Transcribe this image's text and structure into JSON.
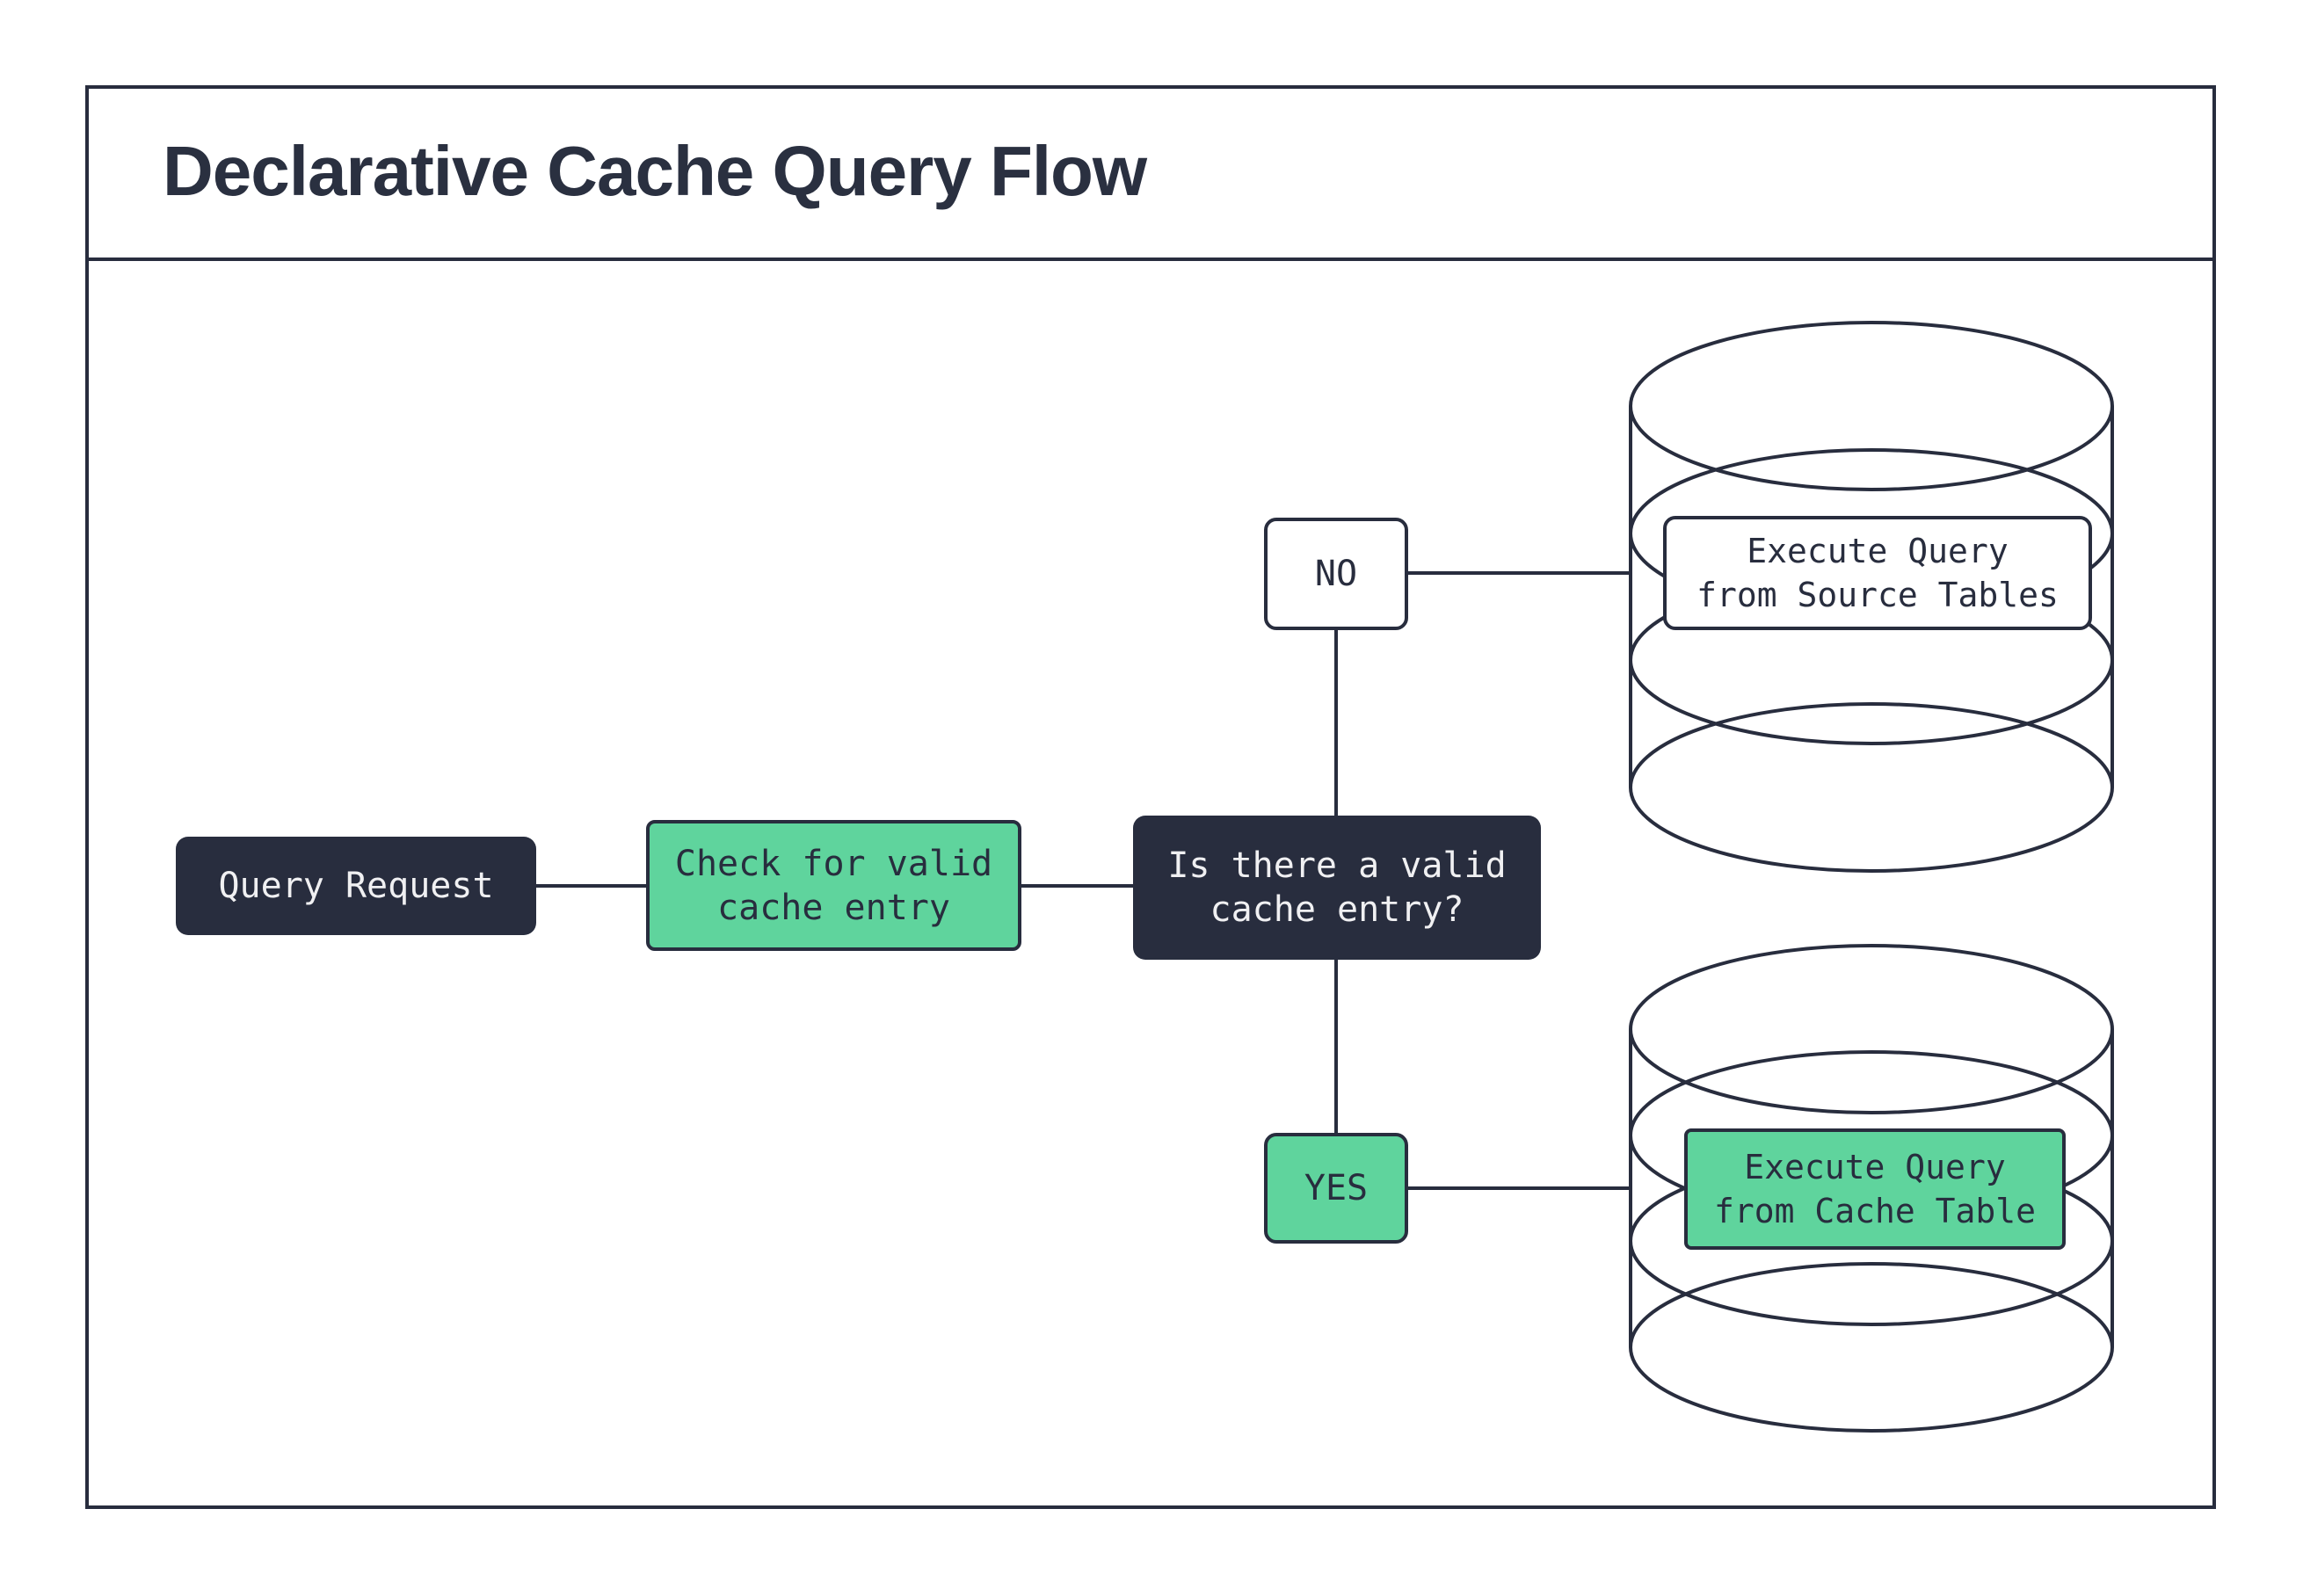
{
  "header": {
    "title": "Declarative Cache Query Flow"
  },
  "colors": {
    "navy": "#282D3E",
    "green": "#5FD49D",
    "background": "#FFFFFF",
    "light_text": "#F0F0F2"
  },
  "nodes": {
    "query_request": {
      "label": "Query Request"
    },
    "check_cache": {
      "line1": "Check for valid",
      "line2": "cache entry"
    },
    "decision": {
      "line1": "Is there a valid",
      "line2": "cache entry?"
    },
    "no_branch": {
      "label": "NO"
    },
    "yes_branch": {
      "label": "YES"
    },
    "source_db": {
      "line1": "Execute Query",
      "line2": "from Source Tables"
    },
    "cache_db": {
      "line1": "Execute Query",
      "line2": "from Cache Table"
    }
  }
}
